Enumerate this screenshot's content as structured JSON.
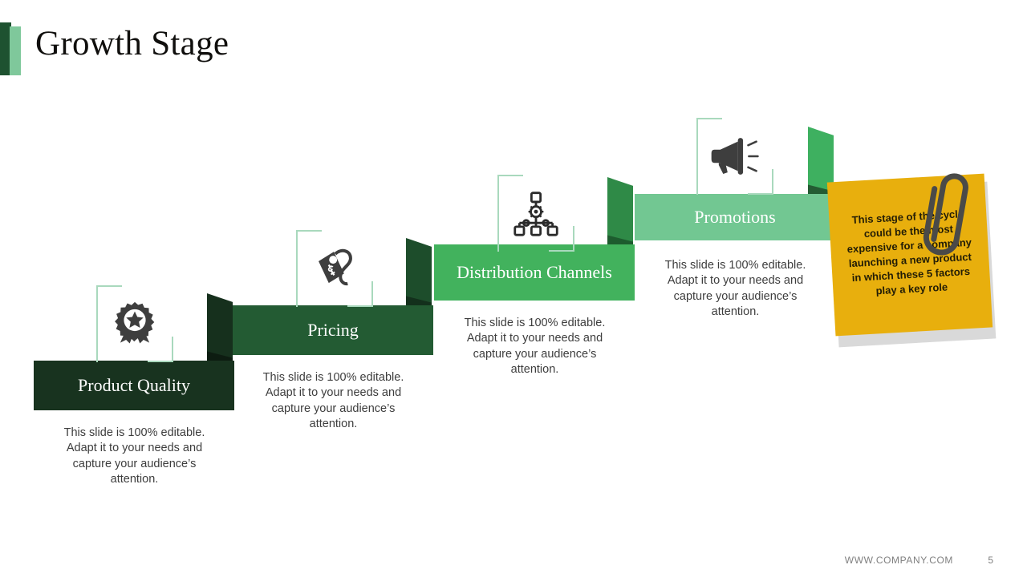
{
  "slide": {
    "title": "Growth Stage",
    "accent_dark": "#1e5230",
    "accent_light": "#7fc89b"
  },
  "steps": [
    {
      "id": "product-quality",
      "title": "Product Quality",
      "description": "This slide is 100% editable. Adapt it to your needs and capture your audience’s attention.",
      "icon": "award-badge-icon",
      "color": "#18331f",
      "flap_color": "#16301d",
      "flap_shadow": "#0d1c11"
    },
    {
      "id": "pricing",
      "title": "Pricing",
      "description": "This slide is 100% editable. Adapt it to your needs and capture your audience’s attention.",
      "icon": "price-tag-icon",
      "color": "#235b33",
      "flap_color": "#1d4d2b",
      "flap_shadow": "#13301c"
    },
    {
      "id": "distribution-channels",
      "title": "Distribution Channels",
      "description": "This slide is 100% editable. Adapt it to your needs and capture your audience’s attention.",
      "icon": "distribution-network-icon",
      "color": "#42b25d",
      "flap_color": "#2f8a47",
      "flap_shadow": "#1d5c2e"
    },
    {
      "id": "promotions",
      "title": "Promotions",
      "description": "This slide is 100% editable. Adapt it to your needs and capture your audience’s attention.",
      "icon": "megaphone-icon",
      "color": "#72c792",
      "flap_color": "#3eb060",
      "flap_shadow": "#245c33"
    }
  ],
  "note": {
    "text": "This stage of the cycle could be the most expensive for a company launching a new product in which these 5 factors play a key role",
    "color": "#e8af0d",
    "clip_color": "#4a4a48"
  },
  "footer": {
    "url": "WWW.COMPANY.COM",
    "page_number": "5"
  }
}
